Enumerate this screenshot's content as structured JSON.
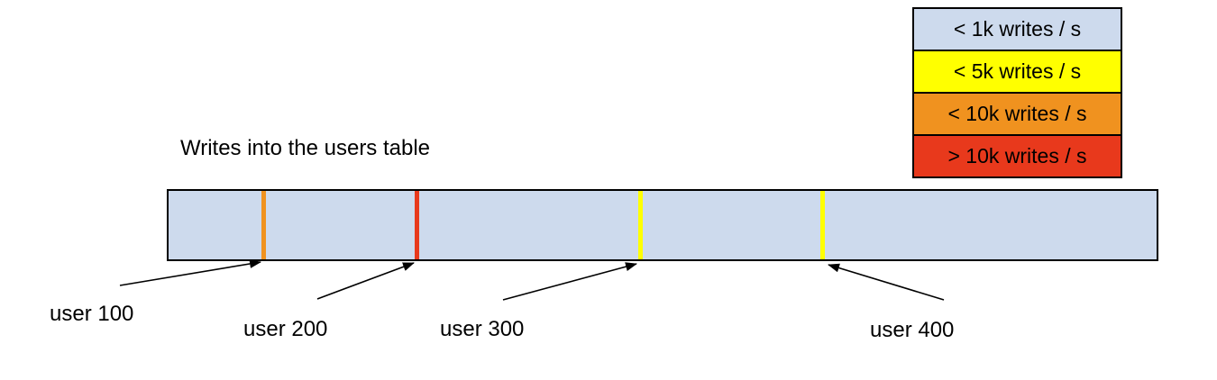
{
  "title": "Writes into the users table",
  "legend": {
    "items": [
      {
        "label": "< 1k writes / s",
        "color": "#cddaed"
      },
      {
        "label": "< 5k writes / s",
        "color": "#ffff00"
      },
      {
        "label": "< 10k writes / s",
        "color": "#f0921f"
      },
      {
        "label": "> 10k writes / s",
        "color": "#e8391c"
      }
    ]
  },
  "bar": {
    "fill": "#cddaed",
    "border_color": "#000000"
  },
  "stripes": [
    {
      "color": "#f0921f"
    },
    {
      "color": "#e8391c"
    },
    {
      "color": "#ffff00"
    },
    {
      "color": "#ffff00"
    }
  ],
  "users": [
    {
      "label": "user 100"
    },
    {
      "label": "user 200"
    },
    {
      "label": "user 300"
    },
    {
      "label": "user 400"
    }
  ]
}
